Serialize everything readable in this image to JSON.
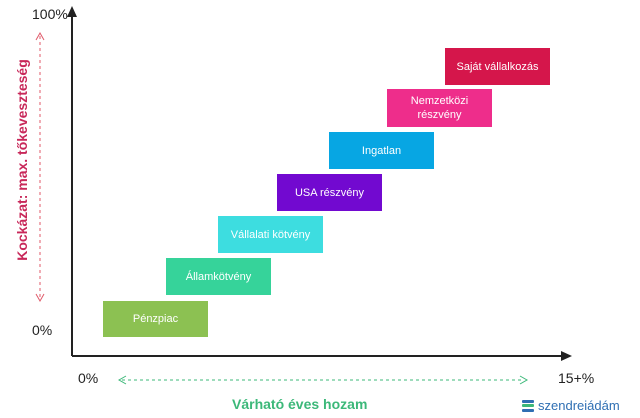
{
  "axes": {
    "y_top_tick": "100%",
    "y_bottom_tick": "0%",
    "x_left_tick": "0%",
    "x_right_tick": "15+%",
    "y_label": "Kockázat: max. tőkeveszteség",
    "x_label": "Várható éves hozam"
  },
  "steps": [
    {
      "label": "Pénzpiac",
      "color": "#8cc152"
    },
    {
      "label": "Államkötvény",
      "color": "#36d39a"
    },
    {
      "label": "Vállalati kötvény",
      "color": "#3ddde0"
    },
    {
      "label": "USA részvény",
      "color": "#7209d0"
    },
    {
      "label": "Ingatlan",
      "color": "#07a6e3"
    },
    {
      "label": "Nemzetközi részvény",
      "color": "#ee2d8b"
    },
    {
      "label": "Saját vállalkozás",
      "color": "#d5164b"
    }
  ],
  "colors": {
    "y_label": "#c8285a",
    "x_label": "#3cb879",
    "y_arrow": "#e05a6a",
    "x_arrow": "#3cb879",
    "axis": "#222222"
  },
  "brand": {
    "text": "szendreiádám",
    "icon": "brand-logo-icon"
  }
}
